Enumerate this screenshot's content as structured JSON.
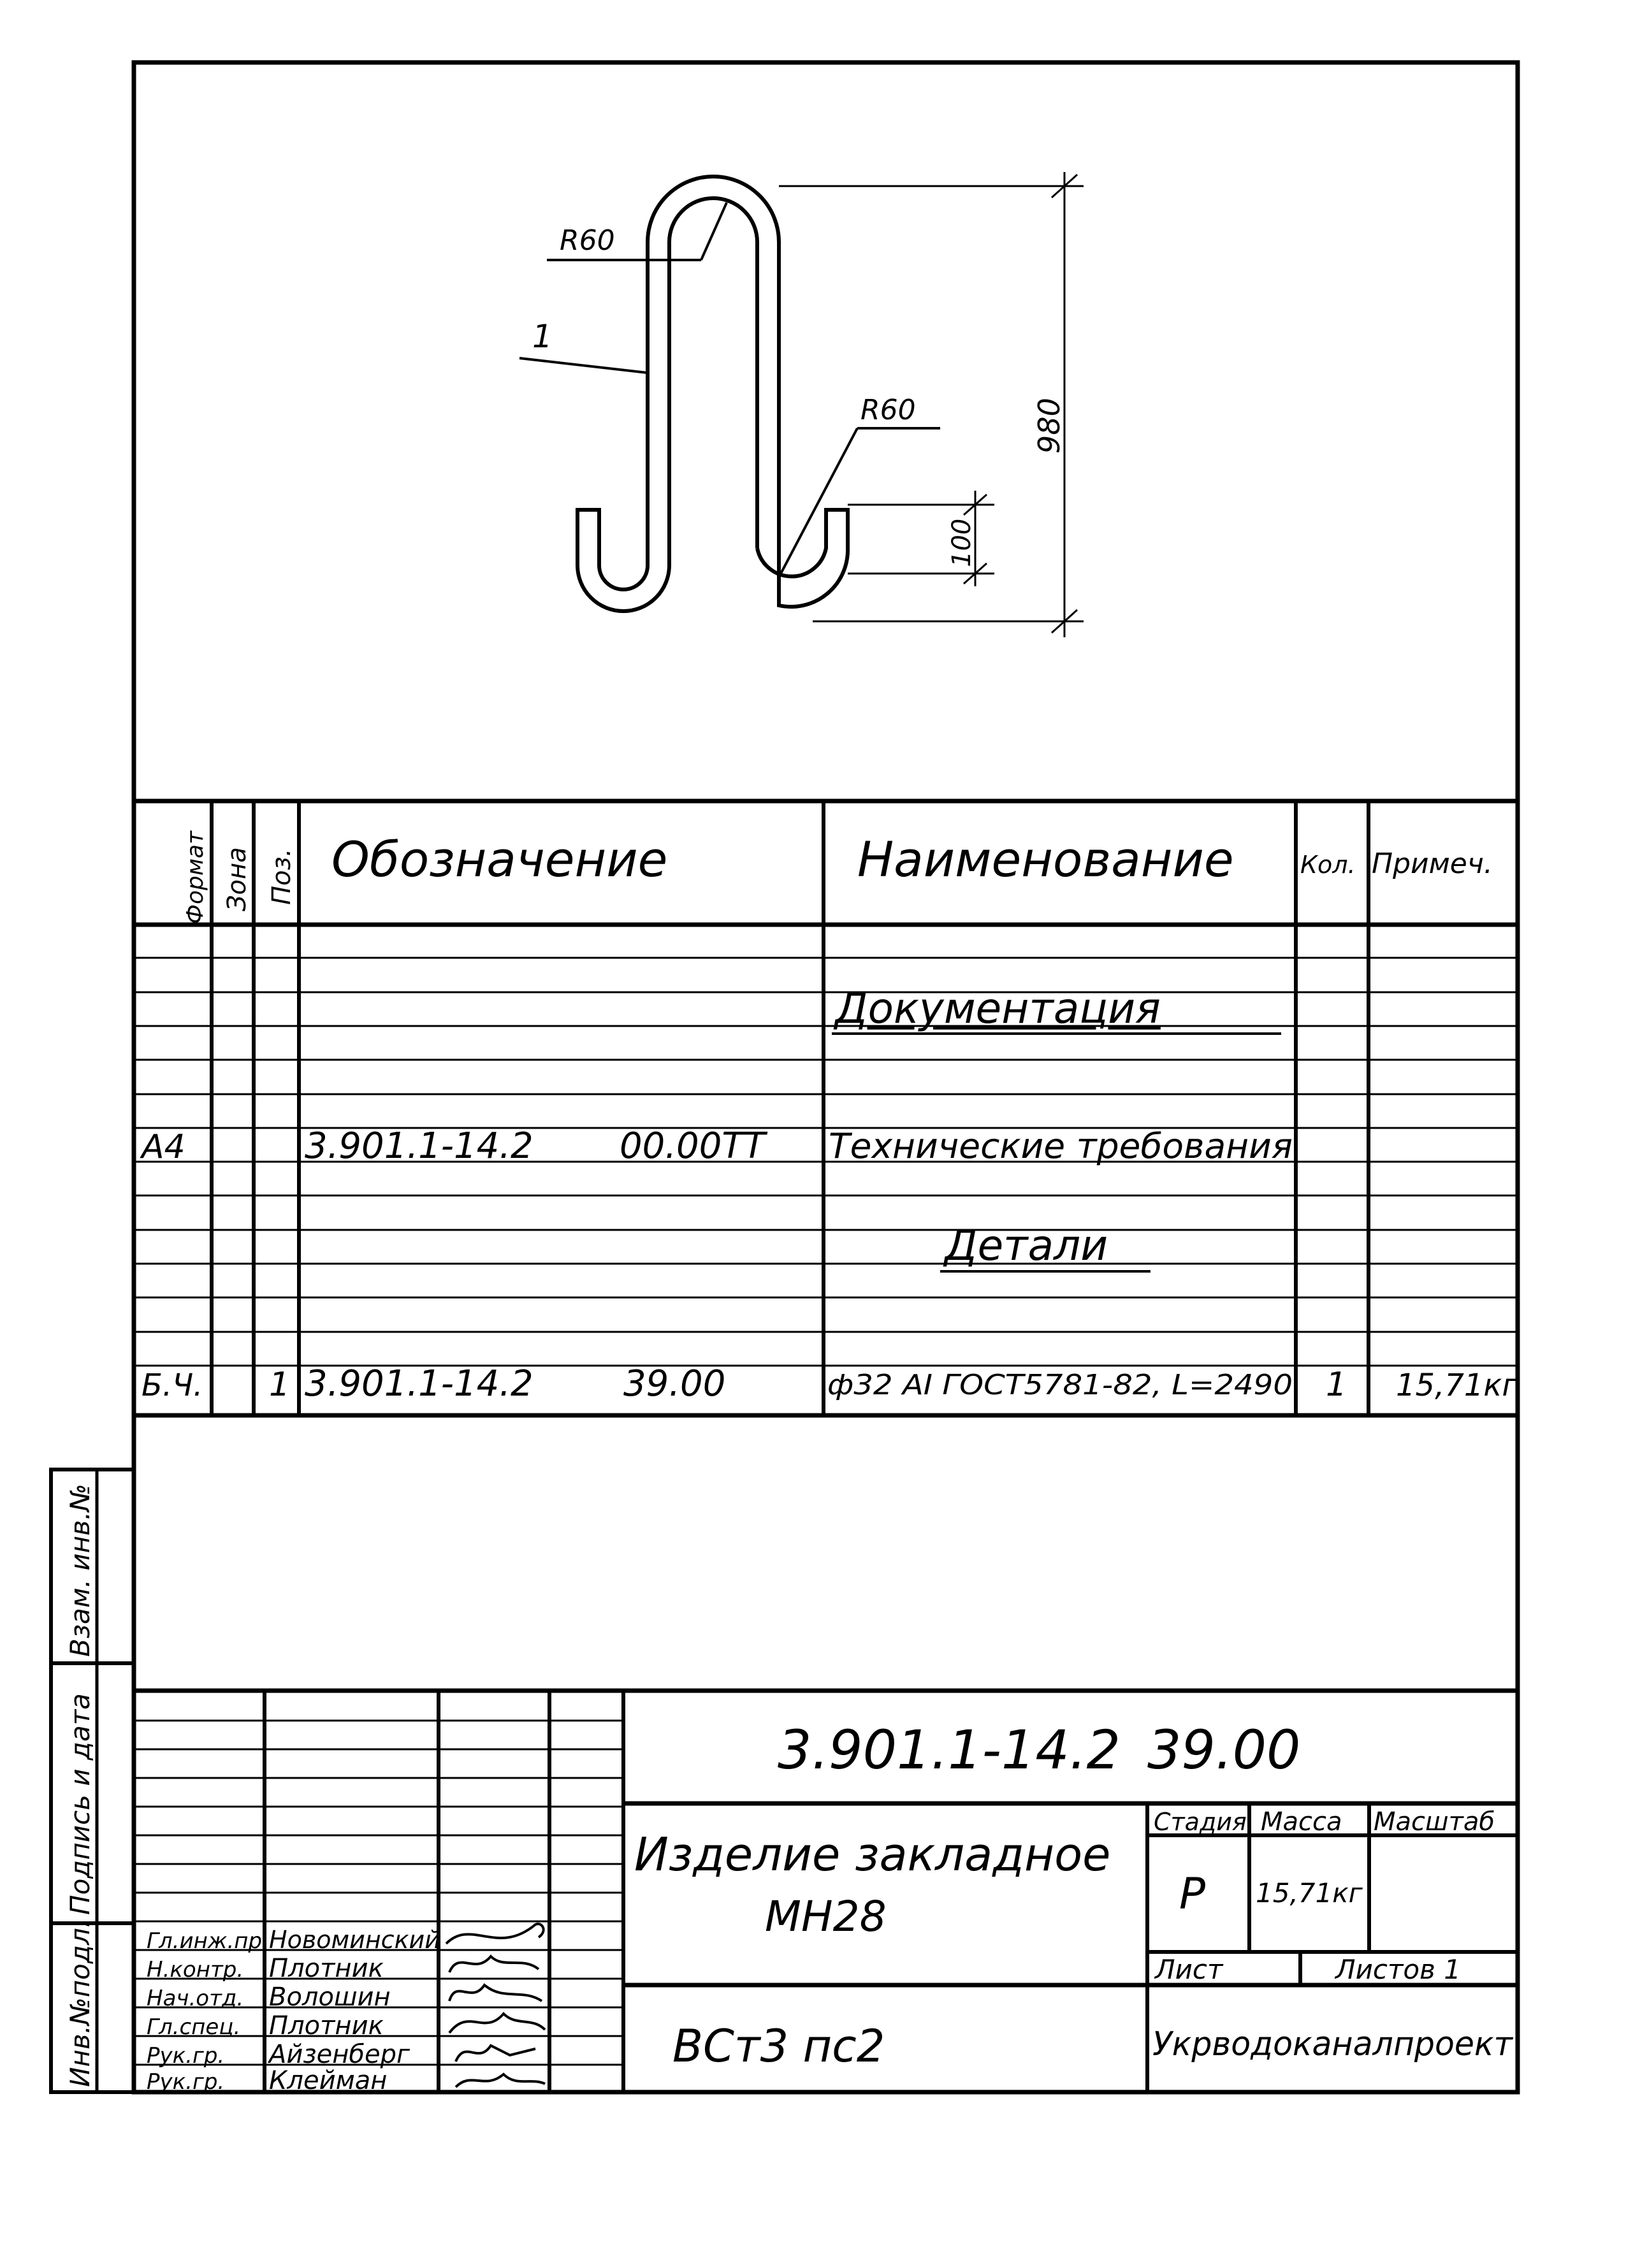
{
  "drawing": {
    "radius_top": "R60",
    "radius_bottom": "R60",
    "position_leader": "1",
    "dim_height": "980",
    "dim_hook": "100"
  },
  "spec": {
    "headers": {
      "format": "Формат",
      "zone": "Зона",
      "pos": "Поз.",
      "designation": "Обозначение",
      "name": "Наименование",
      "qty": "Кол.",
      "note": "Примеч."
    },
    "section_docs": "Документация",
    "row_docs": {
      "format": "А4",
      "designation": "3.901.1-14.2",
      "code": "00.00ТТ",
      "name": "Технические требования"
    },
    "section_parts": "Детали",
    "row_part": {
      "format": "Б.Ч.",
      "pos": "1",
      "designation": "3.901.1-14.2",
      "code": "39.00",
      "name": "ф32 АI ГОСТ5781-82, L=2490",
      "qty": "1",
      "note": "15,71кг"
    }
  },
  "side_stamp": {
    "vzam": "Взам. инв.№",
    "podpis": "Подпись и дата",
    "inv": "Инв.№подл."
  },
  "title_block": {
    "doc_number": "3.901.1-14.2",
    "doc_code": "39.00",
    "title_line1": "Изделие закладное",
    "title_line2": "МН28",
    "material": "ВСт3 пс2",
    "stage_label": "Стадия",
    "mass_label": "Масса",
    "scale_label": "Масштаб",
    "stage": "Р",
    "mass": "15,71кг",
    "sheet_label": "Лист",
    "sheets_label": "Листов 1",
    "organization": "Укрводоканалпроект",
    "signers": [
      {
        "role": "Гл.инж.пр",
        "name": "Новоминский"
      },
      {
        "role": "Н.контр.",
        "name": "Плотник"
      },
      {
        "role": "Нач.отд.",
        "name": "Волошин"
      },
      {
        "role": "Гл.спец.",
        "name": "Плотник"
      },
      {
        "role": "Рук.гр.",
        "name": "Айзенберг"
      },
      {
        "role": "Рук.гр.",
        "name": "Клейман"
      }
    ]
  }
}
